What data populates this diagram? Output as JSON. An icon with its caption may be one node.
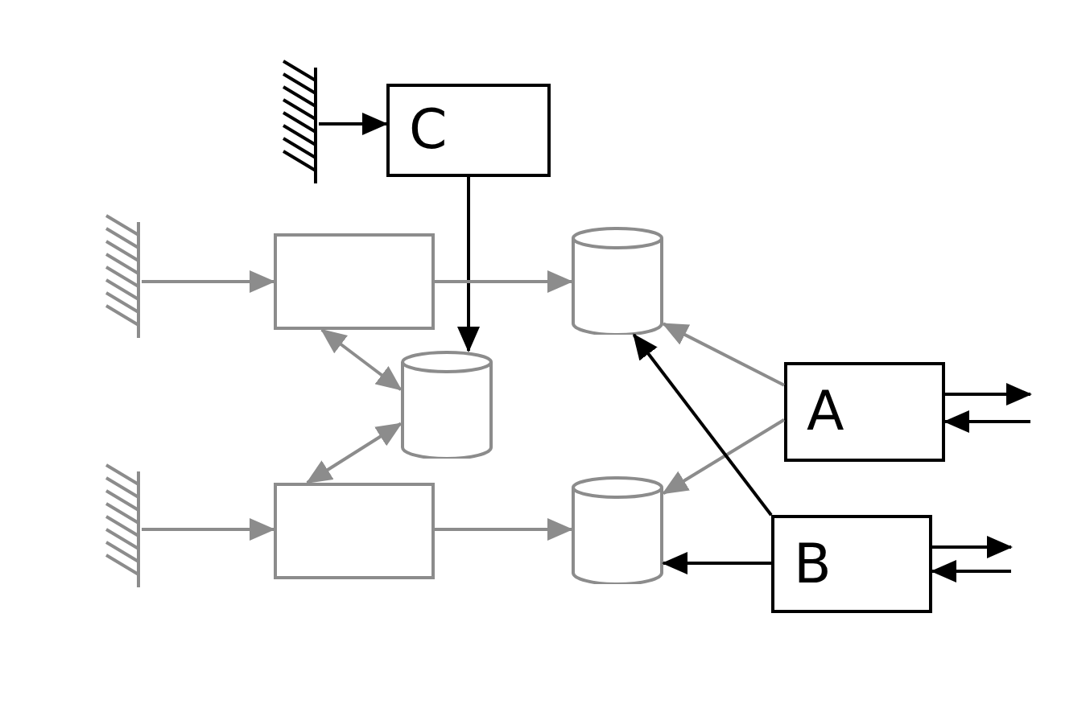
{
  "diagram": {
    "nodes": [
      {
        "text": [],
        "shape": "wall"
      },
      {
        "text": [
          "C"
        ]
      },
      {
        "text": [],
        "shape": "wall"
      },
      {
        "text": [],
        "shape": "box"
      },
      {
        "text": [],
        "shape": "cylinder"
      },
      {
        "text": [],
        "shape": "cylinder"
      },
      {
        "text": [
          "A"
        ]
      },
      {
        "text": [],
        "shape": "wall"
      },
      {
        "text": [],
        "shape": "box"
      },
      {
        "text": [],
        "shape": "cylinder"
      },
      {
        "text": [
          "B"
        ]
      }
    ],
    "edges": [
      {
        "from": 0,
        "to": 1,
        "arrow": "to"
      },
      {
        "from": 1,
        "to": 5,
        "arrow": "to"
      },
      {
        "from": 2,
        "to": 3,
        "arrow": "to",
        "color": "#8c8c8c"
      },
      {
        "from": 3,
        "to": 4,
        "arrow": "to",
        "color": "#8c8c8c"
      },
      {
        "from": 3,
        "to": 5,
        "arrow": "both",
        "color": "#8c8c8c"
      },
      {
        "from": 5,
        "to": 8,
        "arrow": "both",
        "color": "#8c8c8c"
      },
      {
        "from": 7,
        "to": 8,
        "arrow": "to",
        "color": "#8c8c8c"
      },
      {
        "from": 8,
        "to": 9,
        "arrow": "to",
        "color": "#8c8c8c"
      },
      {
        "from": 6,
        "to": 4,
        "arrow": "to",
        "color": "#8c8c8c"
      },
      {
        "from": 6,
        "to": 9,
        "arrow": "to",
        "color": "#8c8c8c"
      },
      {
        "from": 10,
        "to": 4,
        "arrow": "to"
      },
      {
        "from": 10,
        "to": 9,
        "arrow": "to"
      },
      {
        "from": 6,
        "to": null,
        "arrow": "to"
      },
      {
        "from": null,
        "to": 6,
        "arrow": "to"
      },
      {
        "from": 10,
        "to": null,
        "arrow": "to"
      },
      {
        "from": null,
        "to": 10,
        "arrow": "to"
      }
    ]
  }
}
